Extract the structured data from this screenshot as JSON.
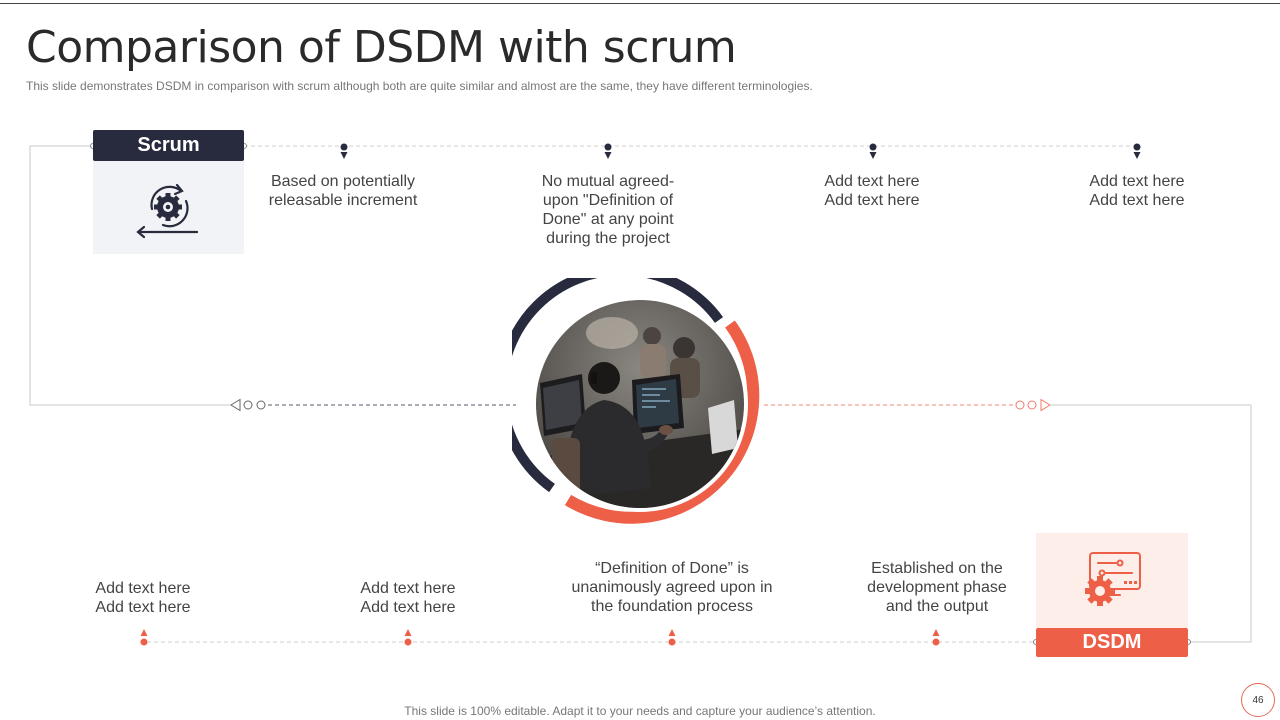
{
  "slide": {
    "title": "Comparison of DSDM with scrum",
    "subtitle": "This slide demonstrates DSDM in comparison with scrum although both are quite similar and almost are the same, they have different terminologies.",
    "footer": "This slide is 100% editable. Adapt it to your needs and capture your audience’s attention.",
    "page_number": "46"
  },
  "scrum": {
    "label": "Scrum",
    "icon": "agile-cycle-gear-icon",
    "points": [
      "Based on potentially\nreleasable increment",
      "No mutual agreed-\nupon \"Definition of\nDone\" at any point\nduring the project",
      "Add text here\nAdd text here",
      "Add text here\nAdd text here"
    ]
  },
  "dsdm": {
    "label": "DSDM",
    "icon": "gear-monitor-icon",
    "points": [
      "Add text here\nAdd text here",
      "Add text here\nAdd text here",
      "“Definition of Done” is\nunanimously  agreed upon in\nthe foundation process",
      "Established on the\ndevelopment phase\nand the output"
    ]
  },
  "center_image": {
    "description_icon": "team-working-photo"
  },
  "colors": {
    "navy": "#272b3d",
    "coral": "#ee5f48",
    "scrum_panel": "#f2f3f7",
    "dsdm_panel": "#fdeee9"
  }
}
